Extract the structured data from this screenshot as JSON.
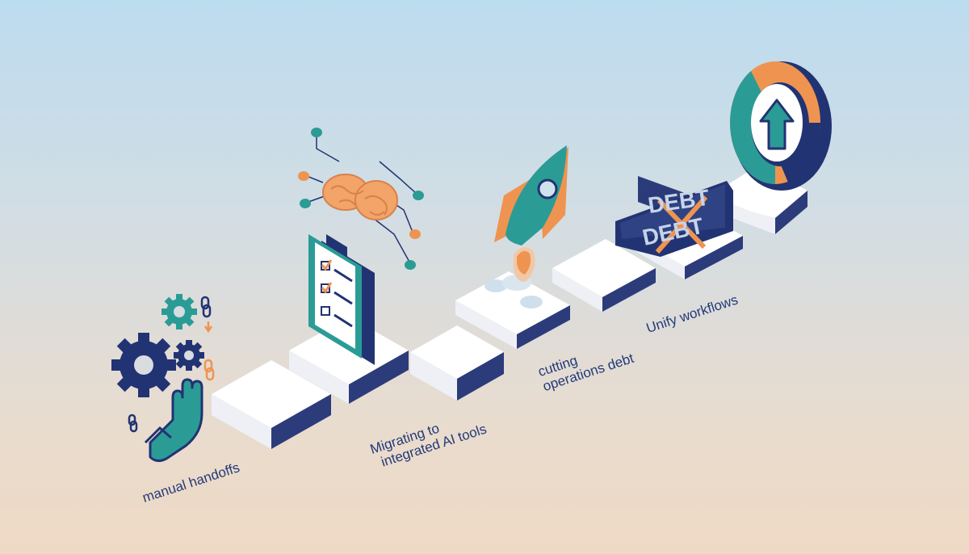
{
  "steps": [
    {
      "label_lines": [
        "manual handoffs"
      ]
    },
    {
      "label_lines": [
        "Migrating to",
        "integrated AI tools"
      ]
    },
    {
      "label_lines": [
        "cutting",
        "operations debt"
      ]
    },
    {
      "label_lines": [
        "Unify workflows"
      ]
    }
  ],
  "sign": {
    "top_text": "DEBT",
    "bottom_text": "DEBT"
  },
  "colors": {
    "navy": "#223373",
    "teal": "#2b9b96",
    "orange": "#ef9450",
    "step_top": "#ffffff",
    "step_side": "#2c3c7a"
  }
}
